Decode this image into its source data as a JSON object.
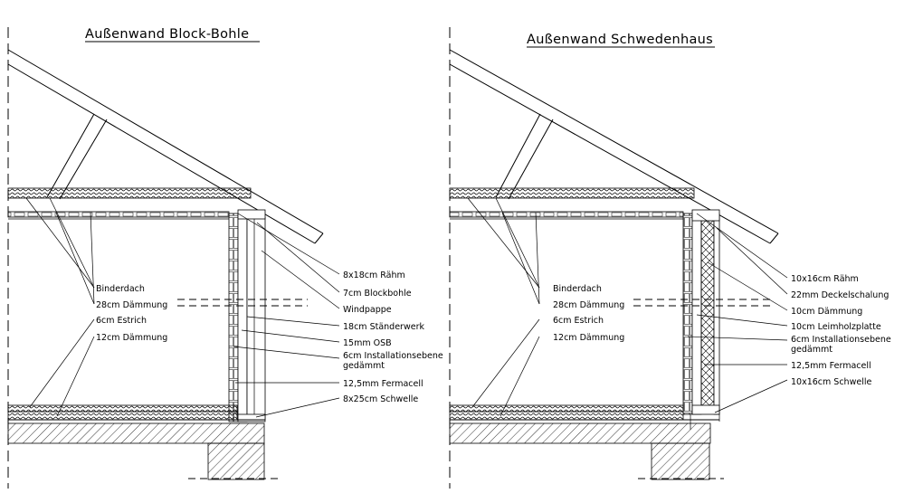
{
  "left": {
    "title": "Außenwand Block-Bohle",
    "labels_left": [
      "Binderdach",
      "28cm Dämmung",
      "6cm Estrich",
      "12cm Dämmung"
    ],
    "labels_right": [
      "8x18cm Rähm",
      "7cm Blockbohle",
      "Windpappe",
      "18cm Ständerwerk",
      "15mm OSB",
      "6cm Installationsebene",
      "gedämmt",
      "12,5mm Fermacell",
      "8x25cm Schwelle"
    ]
  },
  "right": {
    "title": "Außenwand Schwedenhaus",
    "labels_left": [
      "Binderdach",
      "28cm Dämmung",
      "6cm Estrich",
      "12cm Dämmung"
    ],
    "labels_right": [
      "10x16cm Rähm",
      "22mm Deckelschalung",
      "10cm Dämmung",
      "10cm Leimholzplatte",
      "6cm Installationsebene",
      "gedämmt",
      "12,5mm Fermacell",
      "10x16cm Schwelle"
    ]
  }
}
